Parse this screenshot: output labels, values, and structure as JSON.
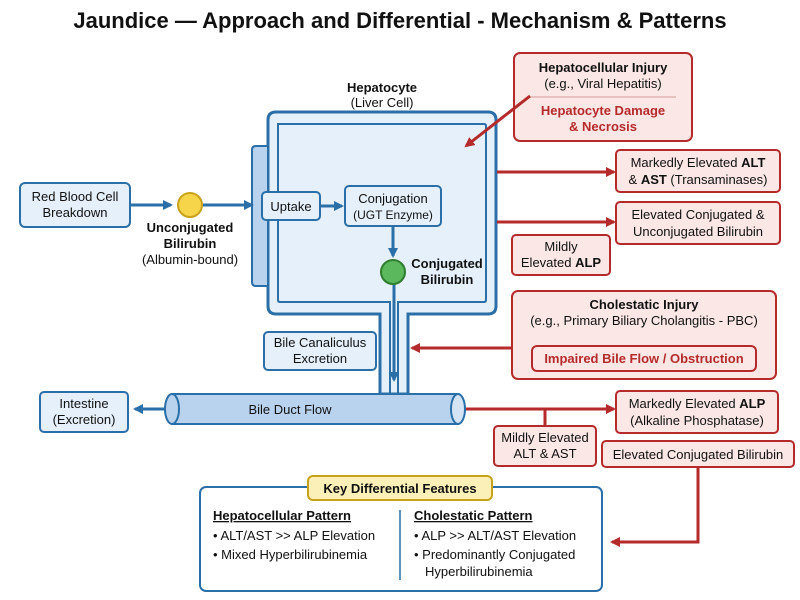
{
  "title": "Jaundice — Approach and Differential - Mechanism & Patterns",
  "hepatocyte": {
    "title": "Hepatocyte",
    "subtitle": "(Liver Cell)"
  },
  "rbc": {
    "line1": "Red Blood Cell",
    "line2": "Breakdown"
  },
  "unconjugated": {
    "line1": "Unconjugated",
    "line2": "Bilirubin",
    "line3": "(Albumin-bound)"
  },
  "uptake": "Uptake",
  "conjugation": {
    "line1": "Conjugation",
    "line2": "(UGT Enzyme)"
  },
  "conjugated": {
    "line1": "Conjugated",
    "line2": "Bilirubin"
  },
  "canaliculus": {
    "line1": "Bile Canaliculus",
    "line2": "Excretion"
  },
  "bile_duct": "Bile Duct Flow",
  "intestine": {
    "line1": "Intestine",
    "line2": "(Excretion)"
  },
  "hepatocellular_injury": {
    "title": "Hepatocellular Injury",
    "example": "(e.g., Viral Hepatitis)",
    "detail1": "Hepatocyte Damage",
    "detail2": "& Necrosis"
  },
  "alt_ast_marked": {
    "line1a": "Markedly Elevated ",
    "line1b": "ALT",
    "line2a": "& ",
    "line2b": "AST",
    "line2c": " (Transaminases)"
  },
  "elevated_conj_unconj": {
    "line1": "Elevated Conjugated &",
    "line2": "Unconjugated Bilirubin"
  },
  "mild_alp": {
    "line1": "Mildly",
    "line2a": "Elevated ",
    "line2b": "ALP"
  },
  "cholestatic_injury": {
    "title": "Cholestatic Injury",
    "example": "(e.g., Primary Biliary Cholangitis - PBC)",
    "detail": "Impaired Bile Flow / Obstruction"
  },
  "alp_marked": {
    "line1a": "Markedly Elevated ",
    "line1b": "ALP",
    "line2": "(Alkaline Phosphatase)"
  },
  "mild_alt_ast": {
    "line1": "Mildly Elevated",
    "line2": "ALT & AST"
  },
  "elevated_conj": "Elevated Conjugated Bilirubin",
  "key_features": {
    "title": "Key Differential Features",
    "hepatocellular": {
      "heading": "Hepatocellular Pattern",
      "item1": "• ALT/AST >> ALP Elevation",
      "item2": "• Mixed Hyperbilirubinemia"
    },
    "cholestatic": {
      "heading": "Cholestatic Pattern",
      "item1": "• ALP >> ALT/AST Elevation",
      "item2a": "• Predominantly Conjugated",
      "item2b": "Hyperbilirubinemia"
    }
  },
  "colors": {
    "blue": "#2a6fa8",
    "blue_fill": "#e6f0fa",
    "red": "#b52a2a",
    "red_fill": "#fbe7e6",
    "yellow": "#f7d54a",
    "green": "#5cb85c",
    "key_title_fill": "#fbf1b8"
  }
}
